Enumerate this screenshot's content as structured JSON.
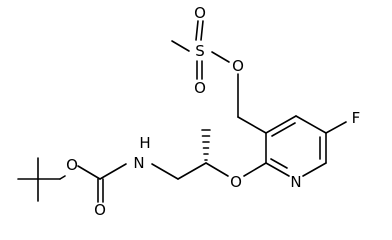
{
  "molecule": {
    "atoms": {
      "n_carbamate": "N",
      "h_carbamate": "H",
      "o_carbonyl": "O",
      "o_ester": "O",
      "o_ether": "O",
      "n_pyridine": "N",
      "f_fluoro": "F",
      "o_mesylate": "O",
      "s_sulfonyl": "S",
      "o_sulfonyl_top": "O",
      "o_sulfonyl_bottom": "O"
    }
  },
  "colors": {
    "line": "#000000",
    "background": "#ffffff"
  }
}
